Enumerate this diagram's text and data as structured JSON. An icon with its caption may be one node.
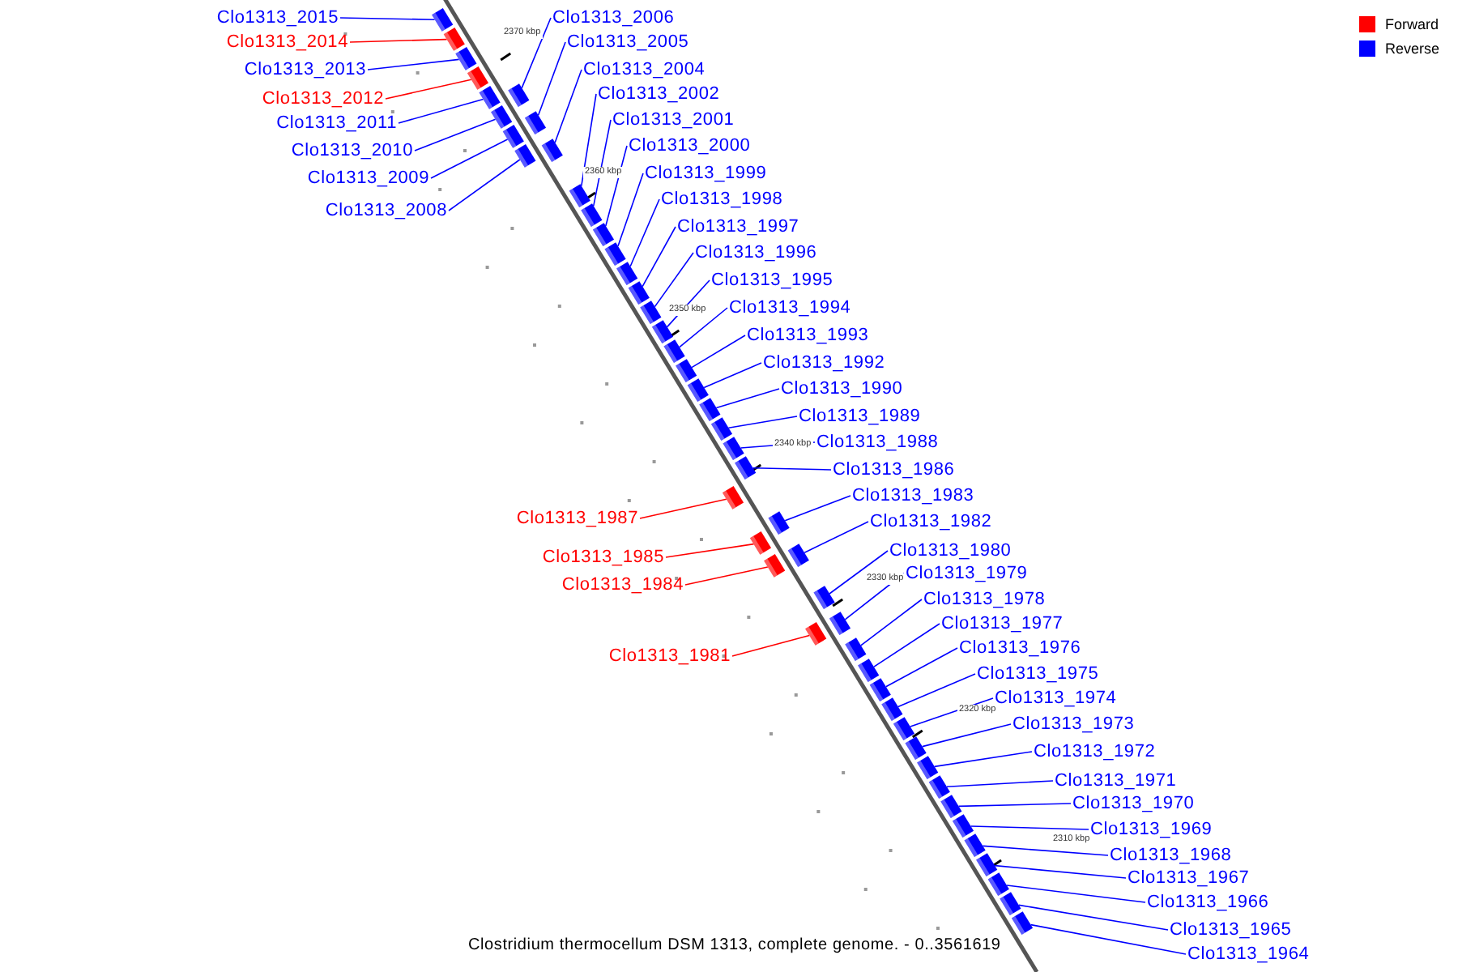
{
  "diagram": {
    "caption": "Clostridium thermocellum DSM 1313, complete genome. - 0..3561619",
    "nodes": [
      {
        "text": [
          "Clo1313_2015"
        ]
      },
      {
        "text": [
          "Clo1313_2006"
        ]
      },
      {
        "text": [
          "Clo1313_2014"
        ]
      },
      {
        "text": [
          "Clo1313_2005"
        ]
      },
      {
        "text": [
          "Clo1313_2013"
        ]
      },
      {
        "text": [
          "Clo1313_2004"
        ]
      },
      {
        "text": [
          "Clo1313_2002"
        ]
      },
      {
        "text": [
          "Clo1313_2012"
        ]
      },
      {
        "text": [
          "Clo1313_2001"
        ]
      },
      {
        "text": [
          "Clo1313_2011"
        ]
      },
      {
        "text": [
          "Clo1313_2000"
        ]
      },
      {
        "text": [
          "Clo1313_2010"
        ]
      },
      {
        "text": [
          "Clo1313_1999"
        ]
      },
      {
        "text": [
          "Clo1313_2009"
        ]
      },
      {
        "text": [
          "Clo1313_1998"
        ]
      },
      {
        "text": [
          "Clo1313_2008"
        ]
      },
      {
        "text": [
          "Clo1313_1997"
        ]
      },
      {
        "text": [
          "Clo1313_1996"
        ]
      },
      {
        "text": [
          "Clo1313_1995"
        ]
      },
      {
        "text": [
          "Clo1313_1994"
        ]
      },
      {
        "text": [
          "Clo1313_1993"
        ]
      },
      {
        "text": [
          "Clo1313_1992"
        ]
      },
      {
        "text": [
          "Clo1313_1990"
        ]
      },
      {
        "text": [
          "Clo1313_1989"
        ]
      },
      {
        "text": [
          "Clo1313_1988"
        ]
      },
      {
        "text": [
          "Clo1313_1986"
        ]
      },
      {
        "text": [
          "Clo1313_1983"
        ]
      },
      {
        "text": [
          "Clo1313_1987"
        ]
      },
      {
        "text": [
          "Clo1313_1982"
        ]
      },
      {
        "text": [
          "Clo1313_1980"
        ]
      },
      {
        "text": [
          "Clo1313_1985"
        ]
      },
      {
        "text": [
          "Clo1313_1979"
        ]
      },
      {
        "text": [
          "Clo1313_1984"
        ]
      },
      {
        "text": [
          "Clo1313_1978"
        ]
      },
      {
        "text": [
          "Clo1313_1977"
        ]
      },
      {
        "text": [
          "Clo1313_1976"
        ]
      },
      {
        "text": [
          "Clo1313_1981"
        ]
      },
      {
        "text": [
          "Clo1313_1975"
        ]
      },
      {
        "text": [
          "Clo1313_1974"
        ]
      },
      {
        "text": [
          "Clo1313_1973"
        ]
      },
      {
        "text": [
          "Clo1313_1972"
        ]
      },
      {
        "text": [
          "Clo1313_1971"
        ]
      },
      {
        "text": [
          "Clo1313_1970"
        ]
      },
      {
        "text": [
          "Clo1313_1969"
        ]
      },
      {
        "text": [
          "Clo1313_1968"
        ]
      },
      {
        "text": [
          "Clo1313_1967"
        ]
      },
      {
        "text": [
          "Clo1313_1966"
        ]
      },
      {
        "text": [
          "Clo1313_1965"
        ]
      },
      {
        "text": [
          "Clo1313_1964"
        ]
      },
      {
        "text": [],
        "shape": "box"
      },
      {
        "text": [],
        "shape": "box"
      },
      {
        "text": [],
        "shape": "box"
      },
      {
        "text": [],
        "shape": "box"
      },
      {
        "text": [],
        "shape": "box"
      },
      {
        "text": [],
        "shape": "box"
      },
      {
        "text": [],
        "shape": "box"
      },
      {
        "text": [],
        "shape": "box"
      },
      {
        "text": [],
        "shape": "box"
      },
      {
        "text": [],
        "shape": "box"
      },
      {
        "text": [],
        "shape": "box"
      },
      {
        "text": [],
        "shape": "box"
      },
      {
        "text": [],
        "shape": "box"
      },
      {
        "text": [],
        "shape": "box"
      },
      {
        "text": [],
        "shape": "box"
      },
      {
        "text": [],
        "shape": "box"
      },
      {
        "text": [],
        "shape": "box"
      },
      {
        "text": [],
        "shape": "box"
      },
      {
        "text": [],
        "shape": "box"
      },
      {
        "text": [],
        "shape": "box"
      },
      {
        "text": [],
        "shape": "box"
      },
      {
        "text": [],
        "shape": "box"
      },
      {
        "text": [],
        "shape": "box"
      },
      {
        "text": [],
        "shape": "box"
      },
      {
        "text": [],
        "shape": "box"
      },
      {
        "text": [],
        "shape": "box"
      },
      {
        "text": [],
        "shape": "box"
      },
      {
        "text": [],
        "shape": "box"
      },
      {
        "text": [],
        "shape": "box"
      },
      {
        "text": [],
        "shape": "box"
      },
      {
        "text": [],
        "shape": "box"
      },
      {
        "text": [],
        "shape": "box"
      },
      {
        "text": [],
        "shape": "box"
      },
      {
        "text": [],
        "shape": "box"
      },
      {
        "text": [],
        "shape": "box"
      },
      {
        "text": [],
        "shape": "box"
      },
      {
        "text": [],
        "shape": "box"
      },
      {
        "text": [],
        "shape": "box"
      },
      {
        "text": [],
        "shape": "box"
      },
      {
        "text": [],
        "shape": "box"
      },
      {
        "text": [],
        "shape": "box"
      },
      {
        "text": [],
        "shape": "box"
      },
      {
        "text": [],
        "shape": "box"
      },
      {
        "text": [],
        "shape": "box"
      },
      {
        "text": [],
        "shape": "box"
      },
      {
        "text": [],
        "shape": "box"
      },
      {
        "text": [],
        "shape": "box"
      },
      {
        "text": [],
        "shape": "box"
      },
      {
        "text": [],
        "shape": "box"
      }
    ],
    "edges": [
      {
        "from": 0,
        "to": 49,
        "arrow": "none"
      },
      {
        "from": 1,
        "to": 50,
        "arrow": "none"
      },
      {
        "from": 2,
        "to": 51,
        "arrow": "none",
        "color": "#ff0000"
      },
      {
        "from": 3,
        "to": 52,
        "arrow": "none"
      },
      {
        "from": 4,
        "to": 53,
        "arrow": "none"
      },
      {
        "from": 5,
        "to": 54,
        "arrow": "none"
      },
      {
        "from": 6,
        "to": 55,
        "arrow": "none"
      },
      {
        "from": 7,
        "to": 56,
        "arrow": "none",
        "color": "#ff0000"
      },
      {
        "from": 8,
        "to": 57,
        "arrow": "none"
      },
      {
        "from": 9,
        "to": 58,
        "arrow": "none"
      },
      {
        "from": 10,
        "to": 59,
        "arrow": "none"
      },
      {
        "from": 11,
        "to": 60,
        "arrow": "none"
      },
      {
        "from": 12,
        "to": 61,
        "arrow": "none"
      },
      {
        "from": 13,
        "to": 62,
        "arrow": "none"
      },
      {
        "from": 14,
        "to": 63,
        "arrow": "none"
      },
      {
        "from": 15,
        "to": 64,
        "arrow": "none"
      },
      {
        "from": 16,
        "to": 65,
        "arrow": "none"
      },
      {
        "from": 17,
        "to": 66,
        "arrow": "none"
      },
      {
        "from": 18,
        "to": 67,
        "arrow": "none"
      },
      {
        "from": 19,
        "to": 68,
        "arrow": "none"
      },
      {
        "from": 20,
        "to": 69,
        "arrow": "none"
      },
      {
        "from": 21,
        "to": 70,
        "arrow": "none"
      },
      {
        "from": 22,
        "to": 71,
        "arrow": "none"
      },
      {
        "from": 23,
        "to": 72,
        "arrow": "none"
      },
      {
        "from": 24,
        "to": 73,
        "arrow": "none"
      },
      {
        "from": 25,
        "to": 74,
        "arrow": "none"
      },
      {
        "from": 26,
        "to": 75,
        "arrow": "none"
      },
      {
        "from": 27,
        "to": 76,
        "arrow": "none",
        "color": "#ff0000"
      },
      {
        "from": 28,
        "to": 77,
        "arrow": "none"
      },
      {
        "from": 29,
        "to": 78,
        "arrow": "none"
      },
      {
        "from": 30,
        "to": 79,
        "arrow": "none",
        "color": "#ff0000"
      },
      {
        "from": 31,
        "to": 80,
        "arrow": "none"
      },
      {
        "from": 32,
        "to": 81,
        "arrow": "none",
        "color": "#ff0000"
      },
      {
        "from": 33,
        "to": 82,
        "arrow": "none"
      },
      {
        "from": 34,
        "to": 83,
        "arrow": "none"
      },
      {
        "from": 35,
        "to": 84,
        "arrow": "none"
      },
      {
        "from": 36,
        "to": 85,
        "arrow": "none",
        "color": "#ff0000"
      },
      {
        "from": 37,
        "to": 86,
        "arrow": "none"
      },
      {
        "from": 38,
        "to": 87,
        "arrow": "none"
      },
      {
        "from": 39,
        "to": 88,
        "arrow": "none"
      },
      {
        "from": 40,
        "to": 89,
        "arrow": "none"
      },
      {
        "from": 41,
        "to": 90,
        "arrow": "none"
      },
      {
        "from": 42,
        "to": 91,
        "arrow": "none"
      },
      {
        "from": 43,
        "to": 92,
        "arrow": "none"
      },
      {
        "from": 44,
        "to": 93,
        "arrow": "none"
      },
      {
        "from": 45,
        "to": 94,
        "arrow": "none"
      },
      {
        "from": 46,
        "to": 95,
        "arrow": "none"
      },
      {
        "from": 47,
        "to": 96,
        "arrow": "none"
      },
      {
        "from": 48,
        "to": 97,
        "arrow": "none"
      }
    ],
    "labels": [
      "2370 kbp",
      "2360 kbp",
      "2350 kbp",
      "2340 kbp",
      "2330 kbp",
      "2320 kbp",
      "2310 kbp"
    ],
    "legend": [
      {
        "text": "Forward",
        "color": "#ff0000"
      },
      {
        "text": "Reverse",
        "color": "#0000ff"
      }
    ]
  }
}
